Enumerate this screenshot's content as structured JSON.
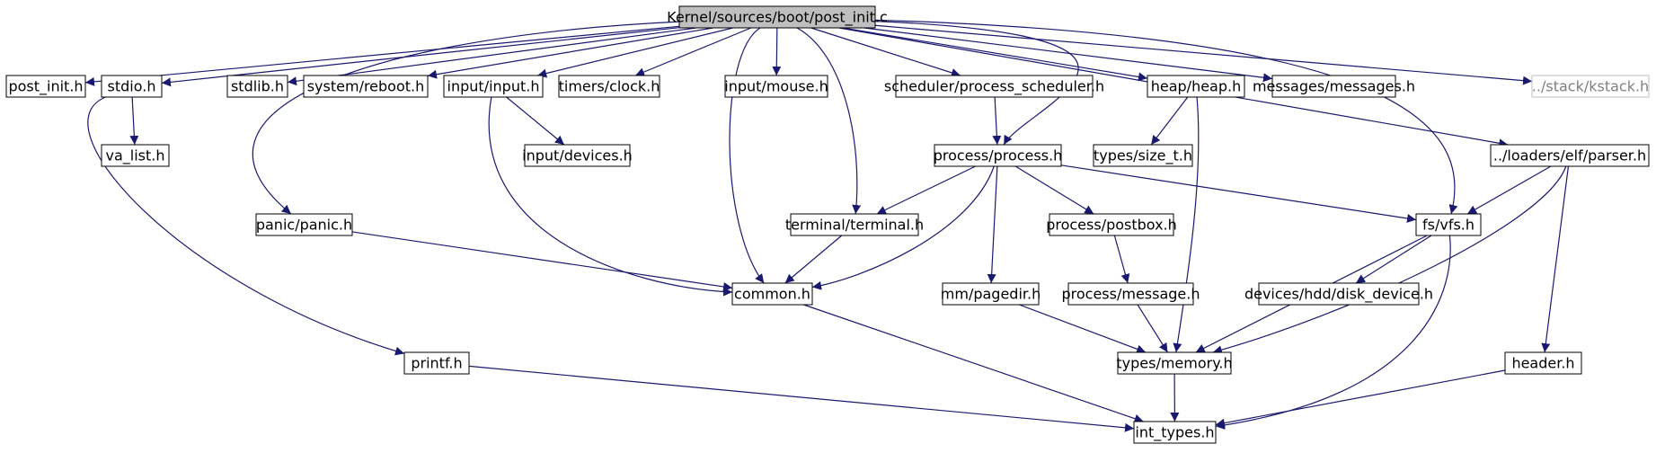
{
  "diagram": {
    "style": {
      "node_fill": "#ffffff",
      "node_stroke": "#000000",
      "root_fill": "#bfbfbf",
      "external_stroke": "#bfbfbf",
      "external_text": "#7f7f7f",
      "edge_color": "#191970"
    },
    "nodes": [
      {
        "id": "post_init_c",
        "label": "Kernel/sources/boot/post_init.c",
        "kind": "root"
      },
      {
        "id": "post_init_h",
        "label": "post_init.h"
      },
      {
        "id": "stdio_h",
        "label": "stdio.h"
      },
      {
        "id": "stdlib_h",
        "label": "stdlib.h"
      },
      {
        "id": "reboot_h",
        "label": "system/reboot.h"
      },
      {
        "id": "input_h",
        "label": "input/input.h"
      },
      {
        "id": "clock_h",
        "label": "timers/clock.h"
      },
      {
        "id": "mouse_h",
        "label": "input/mouse.h"
      },
      {
        "id": "sched_h",
        "label": "scheduler/process_scheduler.h"
      },
      {
        "id": "heap_h",
        "label": "heap/heap.h"
      },
      {
        "id": "messages_h",
        "label": "messages/messages.h"
      },
      {
        "id": "kstack_h",
        "label": "../stack/kstack.h",
        "kind": "external"
      },
      {
        "id": "va_list_h",
        "label": "va_list.h"
      },
      {
        "id": "devices_h",
        "label": "input/devices.h"
      },
      {
        "id": "process_h",
        "label": "process/process.h"
      },
      {
        "id": "size_t_h",
        "label": "types/size_t.h"
      },
      {
        "id": "parser_h",
        "label": "../loaders/elf/parser.h"
      },
      {
        "id": "panic_h",
        "label": "panic/panic.h"
      },
      {
        "id": "terminal_h",
        "label": "terminal/terminal.h"
      },
      {
        "id": "postbox_h",
        "label": "process/postbox.h"
      },
      {
        "id": "vfs_h",
        "label": "fs/vfs.h"
      },
      {
        "id": "common_h",
        "label": "common.h"
      },
      {
        "id": "pagedir_h",
        "label": "mm/pagedir.h"
      },
      {
        "id": "message_h",
        "label": "process/message.h"
      },
      {
        "id": "disk_h",
        "label": "devices/hdd/disk_device.h"
      },
      {
        "id": "printf_h",
        "label": "printf.h"
      },
      {
        "id": "memory_h",
        "label": "types/memory.h"
      },
      {
        "id": "header_h",
        "label": "header.h"
      },
      {
        "id": "int_types_h",
        "label": "int_types.h"
      }
    ],
    "edges": [
      {
        "from": "post_init_c",
        "to": "post_init_h"
      },
      {
        "from": "post_init_c",
        "to": "stdio_h"
      },
      {
        "from": "post_init_c",
        "to": "panic_h"
      },
      {
        "from": "post_init_c",
        "to": "stdlib_h"
      },
      {
        "from": "post_init_c",
        "to": "reboot_h"
      },
      {
        "from": "post_init_c",
        "to": "input_h"
      },
      {
        "from": "post_init_c",
        "to": "clock_h"
      },
      {
        "from": "post_init_c",
        "to": "common_h"
      },
      {
        "from": "post_init_c",
        "to": "mouse_h"
      },
      {
        "from": "post_init_c",
        "to": "terminal_h"
      },
      {
        "from": "post_init_c",
        "to": "sched_h"
      },
      {
        "from": "post_init_c",
        "to": "process_h"
      },
      {
        "from": "post_init_c",
        "to": "heap_h"
      },
      {
        "from": "post_init_c",
        "to": "messages_h"
      },
      {
        "from": "post_init_c",
        "to": "vfs_h"
      },
      {
        "from": "post_init_c",
        "to": "parser_h"
      },
      {
        "from": "post_init_c",
        "to": "kstack_h"
      },
      {
        "from": "stdio_h",
        "to": "va_list_h"
      },
      {
        "from": "stdio_h",
        "to": "printf_h"
      },
      {
        "from": "input_h",
        "to": "devices_h"
      },
      {
        "from": "input_h",
        "to": "common_h"
      },
      {
        "from": "sched_h",
        "to": "process_h"
      },
      {
        "from": "heap_h",
        "to": "size_t_h"
      },
      {
        "from": "heap_h",
        "to": "memory_h"
      },
      {
        "from": "process_h",
        "to": "terminal_h"
      },
      {
        "from": "process_h",
        "to": "common_h"
      },
      {
        "from": "process_h",
        "to": "pagedir_h"
      },
      {
        "from": "process_h",
        "to": "postbox_h"
      },
      {
        "from": "process_h",
        "to": "vfs_h"
      },
      {
        "from": "panic_h",
        "to": "common_h"
      },
      {
        "from": "terminal_h",
        "to": "common_h"
      },
      {
        "from": "postbox_h",
        "to": "message_h"
      },
      {
        "from": "parser_h",
        "to": "vfs_h"
      },
      {
        "from": "parser_h",
        "to": "memory_h"
      },
      {
        "from": "parser_h",
        "to": "header_h"
      },
      {
        "from": "vfs_h",
        "to": "disk_h"
      },
      {
        "from": "vfs_h",
        "to": "memory_h"
      },
      {
        "from": "vfs_h",
        "to": "int_types_h"
      },
      {
        "from": "common_h",
        "to": "int_types_h"
      },
      {
        "from": "pagedir_h",
        "to": "memory_h"
      },
      {
        "from": "message_h",
        "to": "memory_h"
      },
      {
        "from": "printf_h",
        "to": "int_types_h"
      },
      {
        "from": "memory_h",
        "to": "int_types_h"
      },
      {
        "from": "header_h",
        "to": "int_types_h"
      }
    ]
  }
}
